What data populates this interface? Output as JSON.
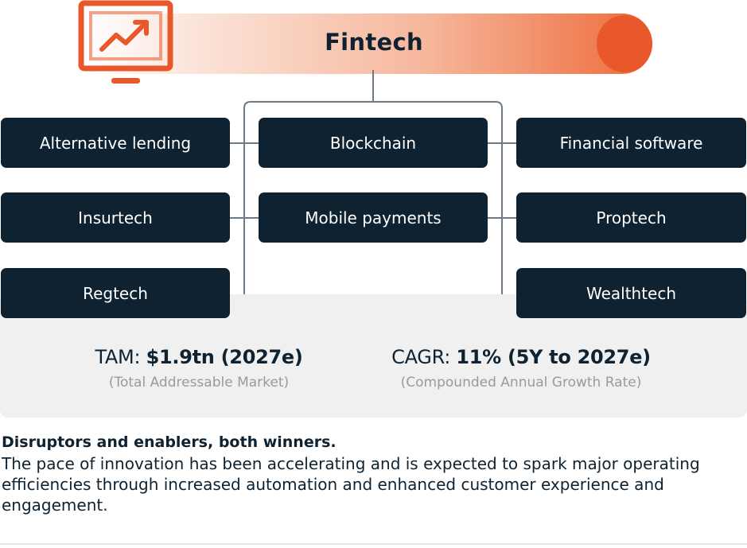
{
  "title": "Fintech",
  "colors": {
    "navy": "#0e2231",
    "accent": "#e9582b",
    "line": "#6b7a86",
    "panel": "#f0f0f0"
  },
  "icon": "monitor-chart-icon",
  "segments": {
    "left": [
      "Alternative lending",
      "Insurtech",
      "Regtech"
    ],
    "center": [
      "Blockchain",
      "Mobile payments"
    ],
    "right": [
      "Financial software",
      "Proptech",
      "Wealthtech"
    ]
  },
  "stats": {
    "tam": {
      "label": "TAM:",
      "value": "$1.9tn (2027e)",
      "caption": "(Total Addressable Market)"
    },
    "cagr": {
      "label": "CAGR:",
      "value": "11% (5Y to 2027e)",
      "caption": "(Compounded Annual Growth Rate)"
    }
  },
  "description": {
    "heading": "Disruptors and enablers, both winners.",
    "body": "The pace of innovation has been accelerating and is expected to spark major operating efficiencies through increased automation and enhanced customer experience and engagement."
  }
}
